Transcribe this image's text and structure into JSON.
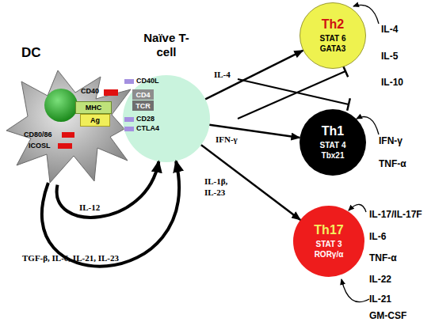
{
  "diagram": {
    "nodes": [
      {
        "text": [
          "DC"
        ]
      },
      {
        "text": [
          "MHC"
        ],
        "in": 0
      },
      {
        "text": [
          "Ag"
        ],
        "in": 0
      },
      {
        "text": [
          "Naïve T-cell"
        ]
      },
      {
        "text": [
          "CD4"
        ],
        "in": 3
      },
      {
        "text": [
          "TCR"
        ],
        "in": 3
      },
      {
        "text": [
          "Th2",
          "STAT 6 GATA3"
        ]
      },
      {
        "text": [
          "Th1",
          "STAT 4 Tbx21"
        ]
      },
      {
        "text": [
          "Th17",
          "STAT 3 RORγ/α"
        ]
      }
    ],
    "edges": [
      {
        "from": 0,
        "to": 3,
        "arrow": "to",
        "label": "IL-12"
      },
      {
        "from": 0,
        "to": 3,
        "arrow": "to",
        "label": "TGF-β, IL-6, IL-21, IL-23"
      },
      {
        "from": 3,
        "to": 6,
        "arrow": "to",
        "label": "IL-4"
      },
      {
        "from": 3,
        "to": 7,
        "arrow": "to",
        "label": "IFN-γ"
      },
      {
        "from": 3,
        "to": 8,
        "arrow": "to",
        "label": "IL-1β, IL-23"
      }
    ],
    "labels": [
      "CD40",
      "CD80/86",
      "ICOSL",
      "CD40L",
      "CD28",
      "CTLA4",
      "IL-4",
      "IL-5",
      "IL-10",
      "IFN-γ",
      "TNF-α",
      "IL-17/IL-17F",
      "IL-6",
      "TNF-α",
      "IL-22",
      "IL-21",
      "GM-CSF"
    ]
  }
}
